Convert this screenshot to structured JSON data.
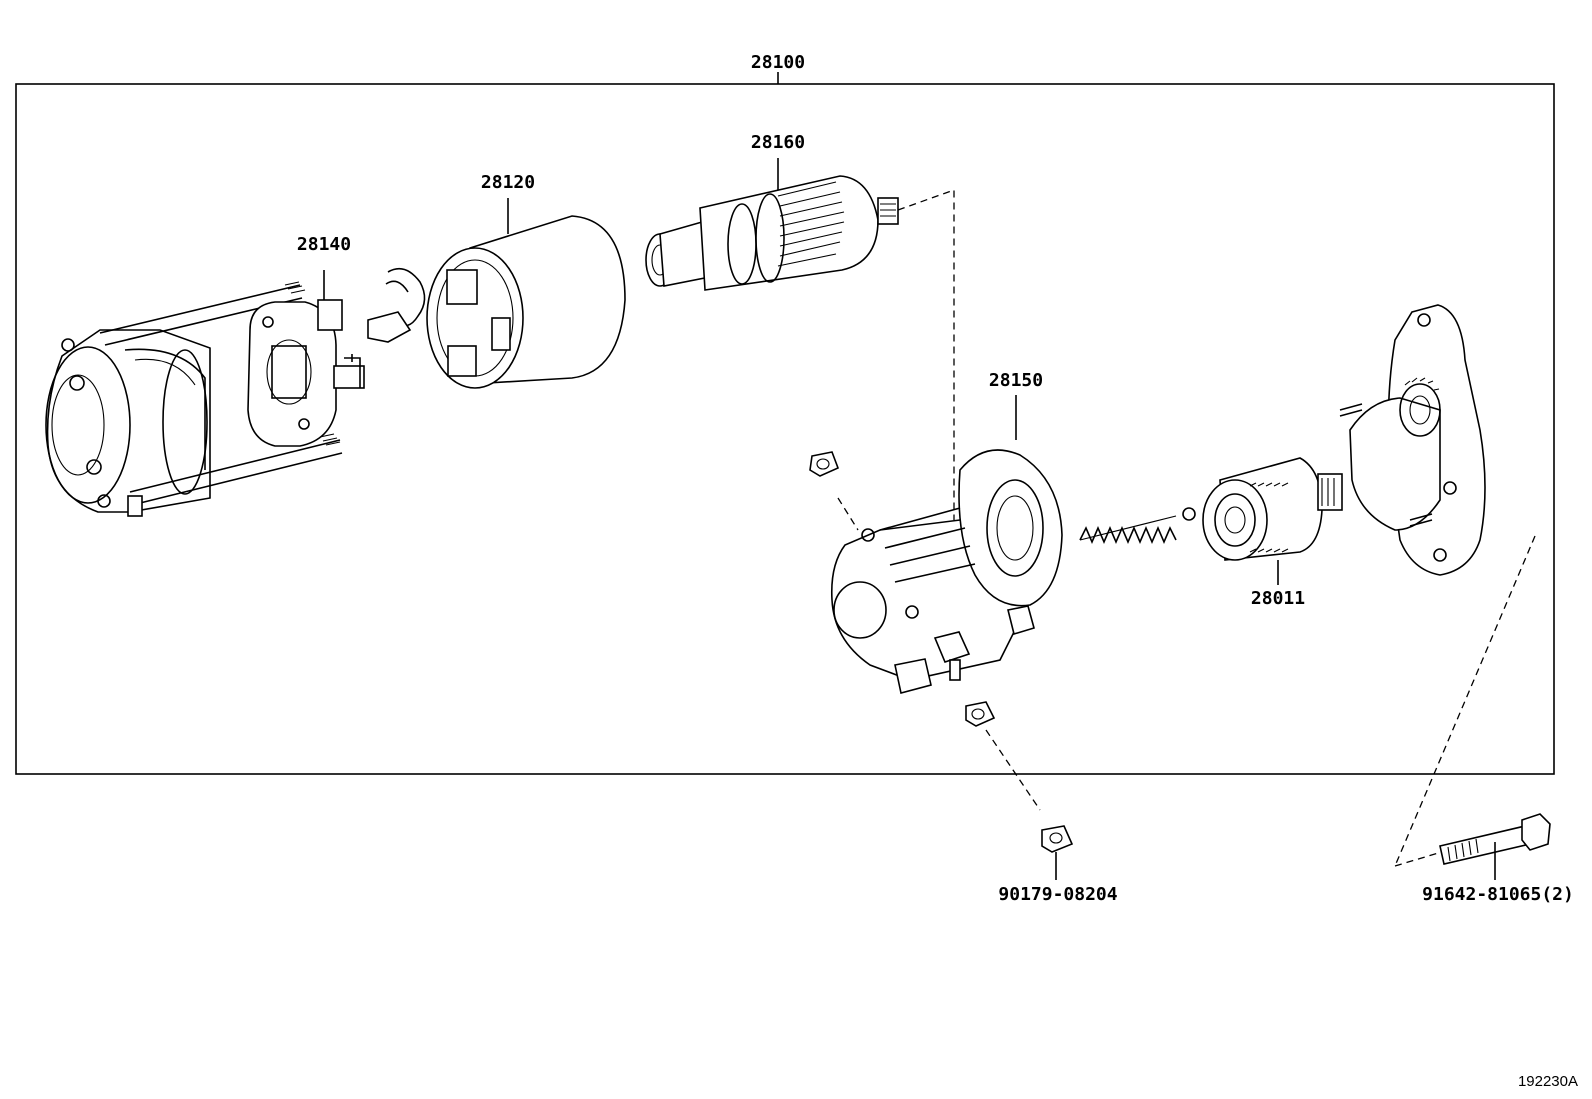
{
  "diagram": {
    "assembly_label": "28100",
    "parts": {
      "p28160": "28160",
      "p28120": "28120",
      "p28140": "28140",
      "p28150": "28150",
      "p28011": "28011",
      "p90179": "90179-08204",
      "p91642": "91642-81065(2)"
    },
    "reference_code": "192230A"
  }
}
